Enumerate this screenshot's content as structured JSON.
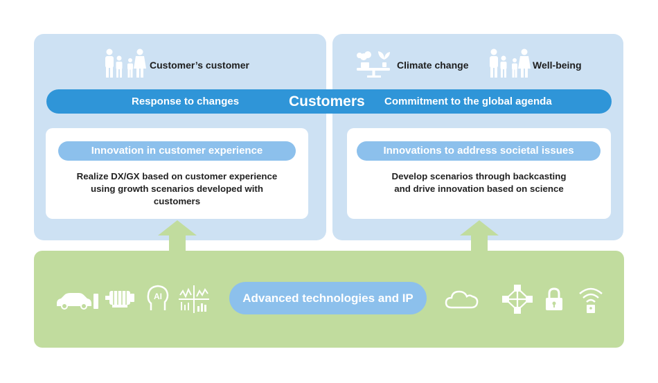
{
  "top_left": {
    "label": "Customer’s customer",
    "band_label": "Response to changes",
    "card_title": "Innovation in customer experience",
    "card_text_lines": [
      "Realize DX/GX based on customer experience",
      "using growth scenarios developed with",
      "customers"
    ]
  },
  "center_label": "Customers",
  "top_right": {
    "label_climate": "Climate change",
    "label_wellbeing": "Well-being",
    "band_label": "Commitment to the global agenda",
    "card_title": "Innovations to address societal issues",
    "card_text_lines": [
      "Develop scenarios through backcasting",
      "and drive innovation based on science"
    ]
  },
  "bottom": {
    "label": "Advanced technologies and IP",
    "left_icons": [
      "car-charging-icon",
      "motor-icon",
      "ai-head-icon",
      "data-chart-icon"
    ],
    "right_icons": [
      "cloud-icon",
      "network-nodes-icon",
      "padlock-icon",
      "wifi-lock-icon"
    ]
  },
  "colors": {
    "panel_blue": "#cde1f3",
    "band_blue": "#2f95d8",
    "pill_blue": "#8cc0ec",
    "green": "#c1dc9e",
    "icon_white": "#ffffff"
  }
}
